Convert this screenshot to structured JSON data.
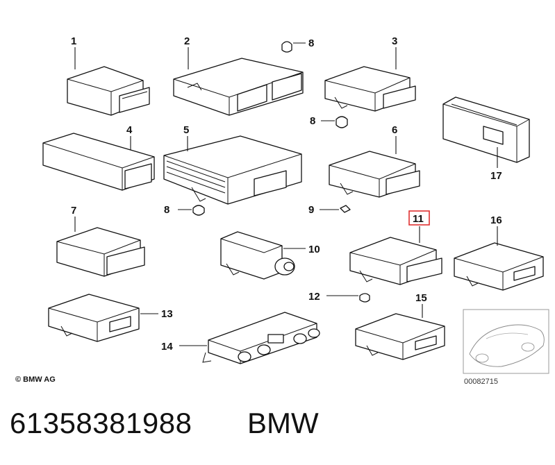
{
  "diagram": {
    "callouts": {
      "c1": "1",
      "c2": "2",
      "c3": "3",
      "c4": "4",
      "c5": "5",
      "c6": "6",
      "c7": "7",
      "c8a": "8",
      "c8b": "8",
      "c8c": "8",
      "c9": "9",
      "c10": "10",
      "c11": "11",
      "c12": "12",
      "c13": "13",
      "c14": "14",
      "c15": "15",
      "c16": "16",
      "c17": "17"
    },
    "highlight_color": "#e03030",
    "copyright": "© BMW AG",
    "doc_number": "00082715"
  },
  "footer": {
    "part_number": "61358381988",
    "brand": "BMW"
  }
}
